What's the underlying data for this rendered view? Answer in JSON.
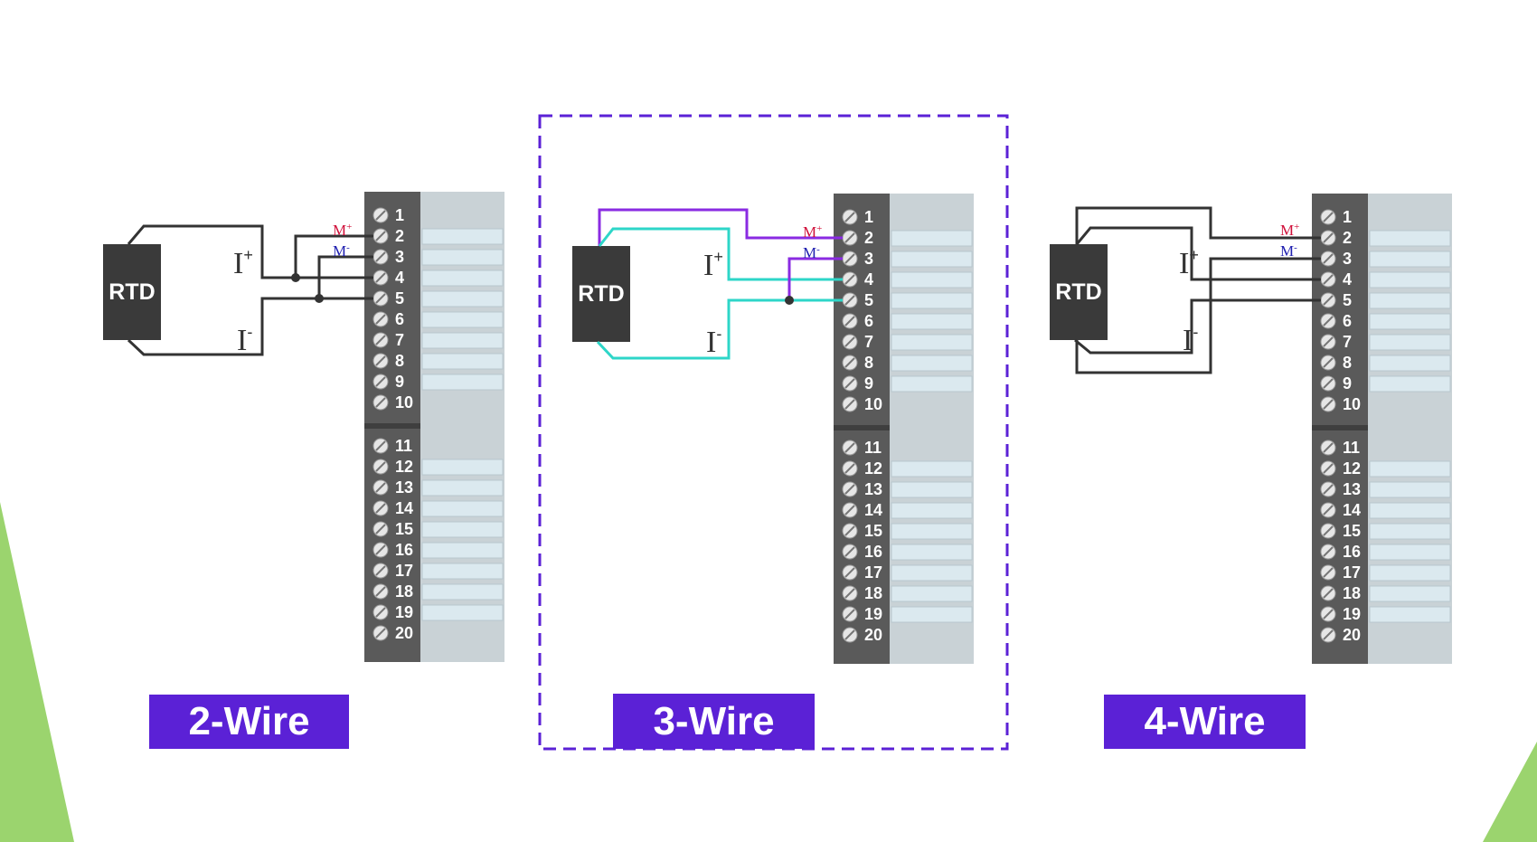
{
  "diagrams": [
    {
      "id": "2wire",
      "label": "2-Wire",
      "rtd_text": "RTD",
      "terminal_numbers": [
        "1",
        "2",
        "3",
        "4",
        "5",
        "6",
        "7",
        "8",
        "9",
        "10",
        "11",
        "12",
        "13",
        "14",
        "15",
        "16",
        "17",
        "18",
        "19",
        "20"
      ],
      "current_plus": "I",
      "current_minus": "I",
      "measure_plus": "M",
      "measure_minus": "M",
      "plus_sign": "+",
      "minus_sign": "-"
    },
    {
      "id": "3wire",
      "label": "3-Wire",
      "rtd_text": "RTD",
      "terminal_numbers": [
        "1",
        "2",
        "3",
        "4",
        "5",
        "6",
        "7",
        "8",
        "9",
        "10",
        "11",
        "12",
        "13",
        "14",
        "15",
        "16",
        "17",
        "18",
        "19",
        "20"
      ],
      "current_plus": "I",
      "current_minus": "I",
      "measure_plus": "M",
      "measure_minus": "M",
      "plus_sign": "+",
      "minus_sign": "-"
    },
    {
      "id": "4wire",
      "label": "4-Wire",
      "rtd_text": "RTD",
      "terminal_numbers": [
        "1",
        "2",
        "3",
        "4",
        "5",
        "6",
        "7",
        "8",
        "9",
        "10",
        "11",
        "12",
        "13",
        "14",
        "15",
        "16",
        "17",
        "18",
        "19",
        "20"
      ],
      "current_plus": "I",
      "current_minus": "I",
      "measure_plus": "M",
      "measure_minus": "M",
      "plus_sign": "+",
      "minus_sign": "-"
    }
  ],
  "colors": {
    "label_bg": "#5b21d6",
    "highlight_border": "#5b21d6",
    "wire_dark": "#333333",
    "wire_purple": "#8a2be2",
    "wire_cyan": "#2ed6c8",
    "rtd_body": "#3a3a3a",
    "terminal_strip": "#5a5a5a",
    "module_panel": "#c9d2d6",
    "slot_fill": "#dbe9ef",
    "accent_green": "#9bd46e",
    "m_plus": "#d0103a",
    "m_minus": "#2020b0"
  },
  "highlighted_diagram": "3wire"
}
